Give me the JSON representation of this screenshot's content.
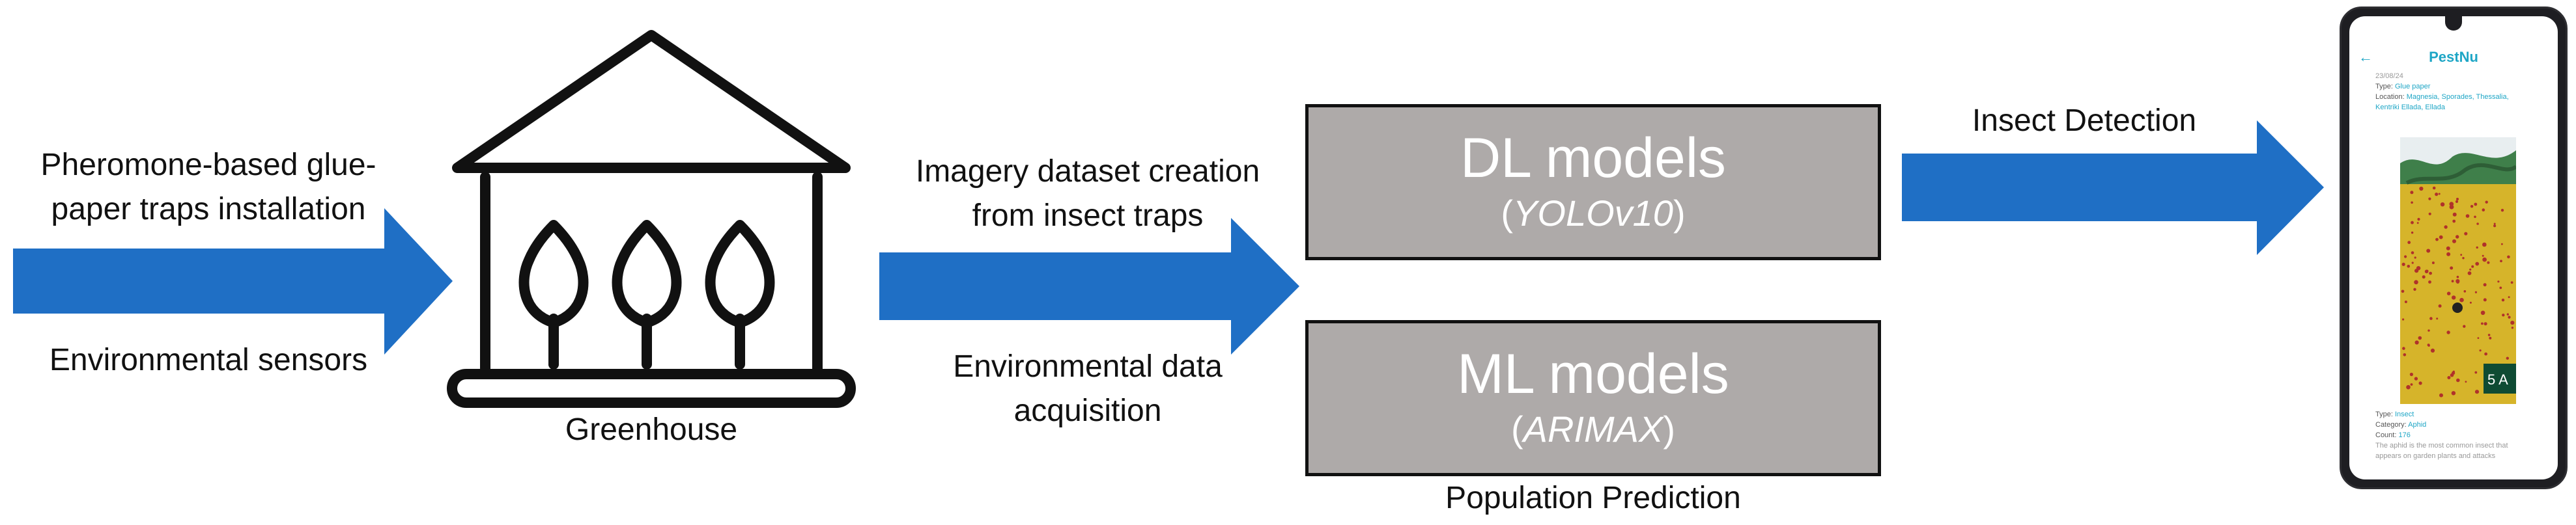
{
  "labels": {
    "pheromone": [
      "Pheromone-based glue-",
      "paper traps installation"
    ],
    "env_sensors": "Environmental sensors",
    "greenhouse": "Greenhouse",
    "imagery": [
      "Imagery dataset creation",
      "from insect traps"
    ],
    "env_data": [
      "Environmental data",
      "acquisition"
    ],
    "insect_detection": "Insect Detection",
    "population_prediction": "Population Prediction"
  },
  "dl_box": {
    "title": "DL models",
    "sub_open": "(",
    "sub_model": "YOLOv10",
    "sub_close": ")"
  },
  "ml_box": {
    "title": "ML models",
    "sub_open": "(",
    "sub_model": "ARIMAX",
    "sub_close": ")"
  },
  "phone": {
    "app_title": "PestNu",
    "back_icon": "←",
    "date": "23/08/24",
    "type_label": "Type: ",
    "type_value": "Glue paper",
    "location_label": "Location: ",
    "location_value_1": "Magnesia, Sporades, Thessalia,",
    "location_value_2": "Kentriki Ellada, Ellada",
    "insect_type_label": "Type: ",
    "insect_type_value": "Insect",
    "category_label": "Category: ",
    "category_value": "Aphid",
    "count_label": "Count: ",
    "count_value": "176",
    "description_1": "The aphid is the most common insect that",
    "description_2": "appears on garden plants and attacks",
    "trap_tag": "5  A"
  },
  "colors": {
    "arrow": "#1f6fc5",
    "box_fill": "#aeaaa9",
    "trap_yellow": "#d6b42a",
    "accent": "#1ea6c6"
  }
}
